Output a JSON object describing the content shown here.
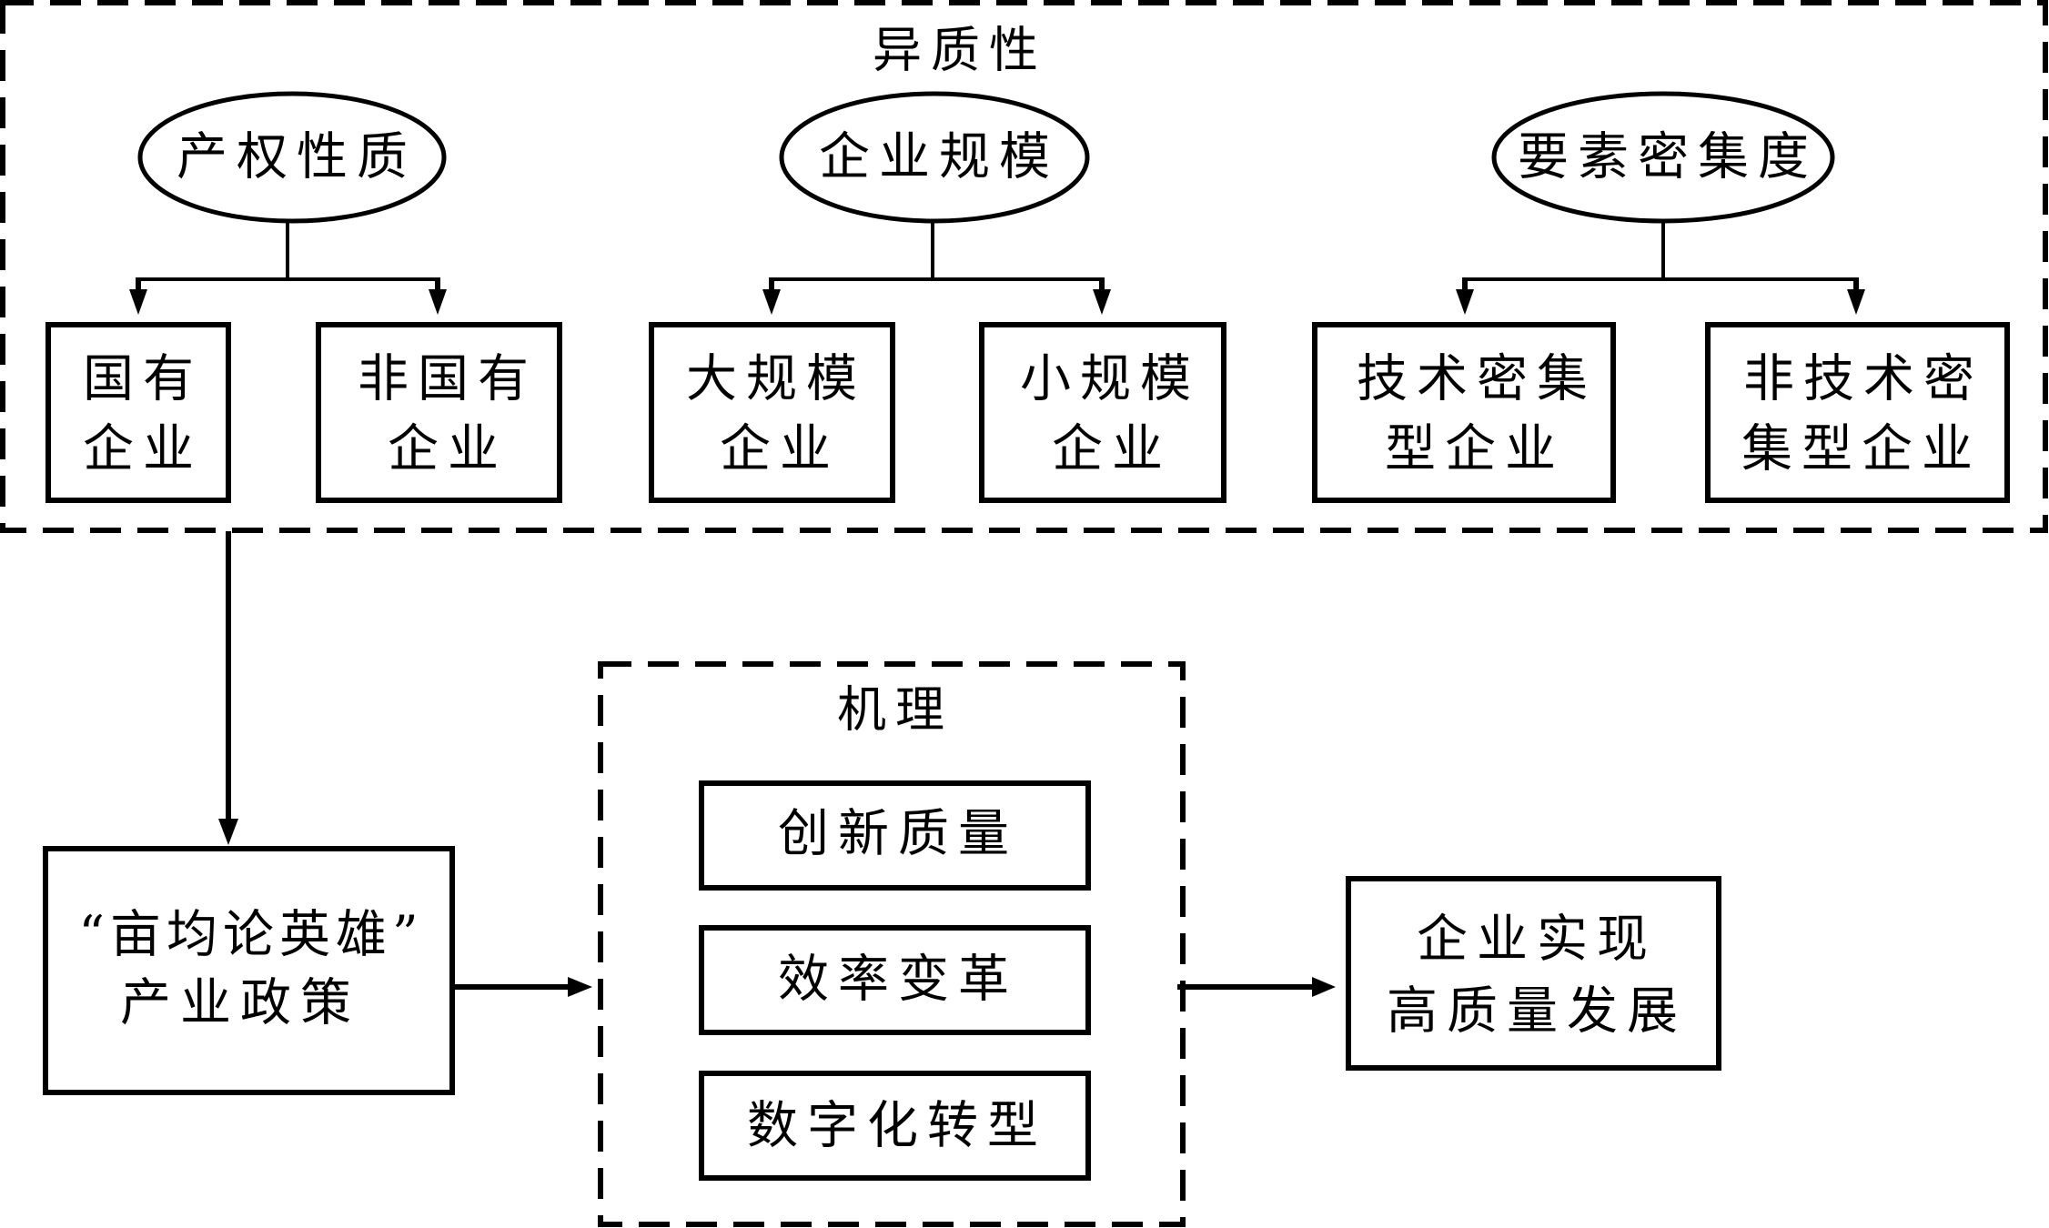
{
  "diagram": {
    "heterogeneity": {
      "title": "异质性",
      "groups": [
        {
          "label": "产权性质",
          "children": [
            {
              "lines": [
                "国有",
                "企业"
              ]
            },
            {
              "lines": [
                "非国有",
                "企业"
              ]
            }
          ]
        },
        {
          "label": "企业规模",
          "children": [
            {
              "lines": [
                "大规模",
                "企业"
              ]
            },
            {
              "lines": [
                "小规模",
                "企业"
              ]
            }
          ]
        },
        {
          "label": "要素密集度",
          "children": [
            {
              "lines": [
                "技术密集",
                "型企业"
              ]
            },
            {
              "lines": [
                "非技术密",
                "集型企业"
              ]
            }
          ]
        }
      ]
    },
    "policy": {
      "lines": [
        "“亩均论英雄”",
        "产业政策"
      ]
    },
    "mechanism": {
      "title": "机理",
      "items": [
        "创新质量",
        "效率变革",
        "数字化转型"
      ]
    },
    "outcome": {
      "lines": [
        "企业实现",
        "高质量发展"
      ]
    },
    "colors": {
      "stroke": "#000000",
      "background": "#ffffff"
    }
  }
}
